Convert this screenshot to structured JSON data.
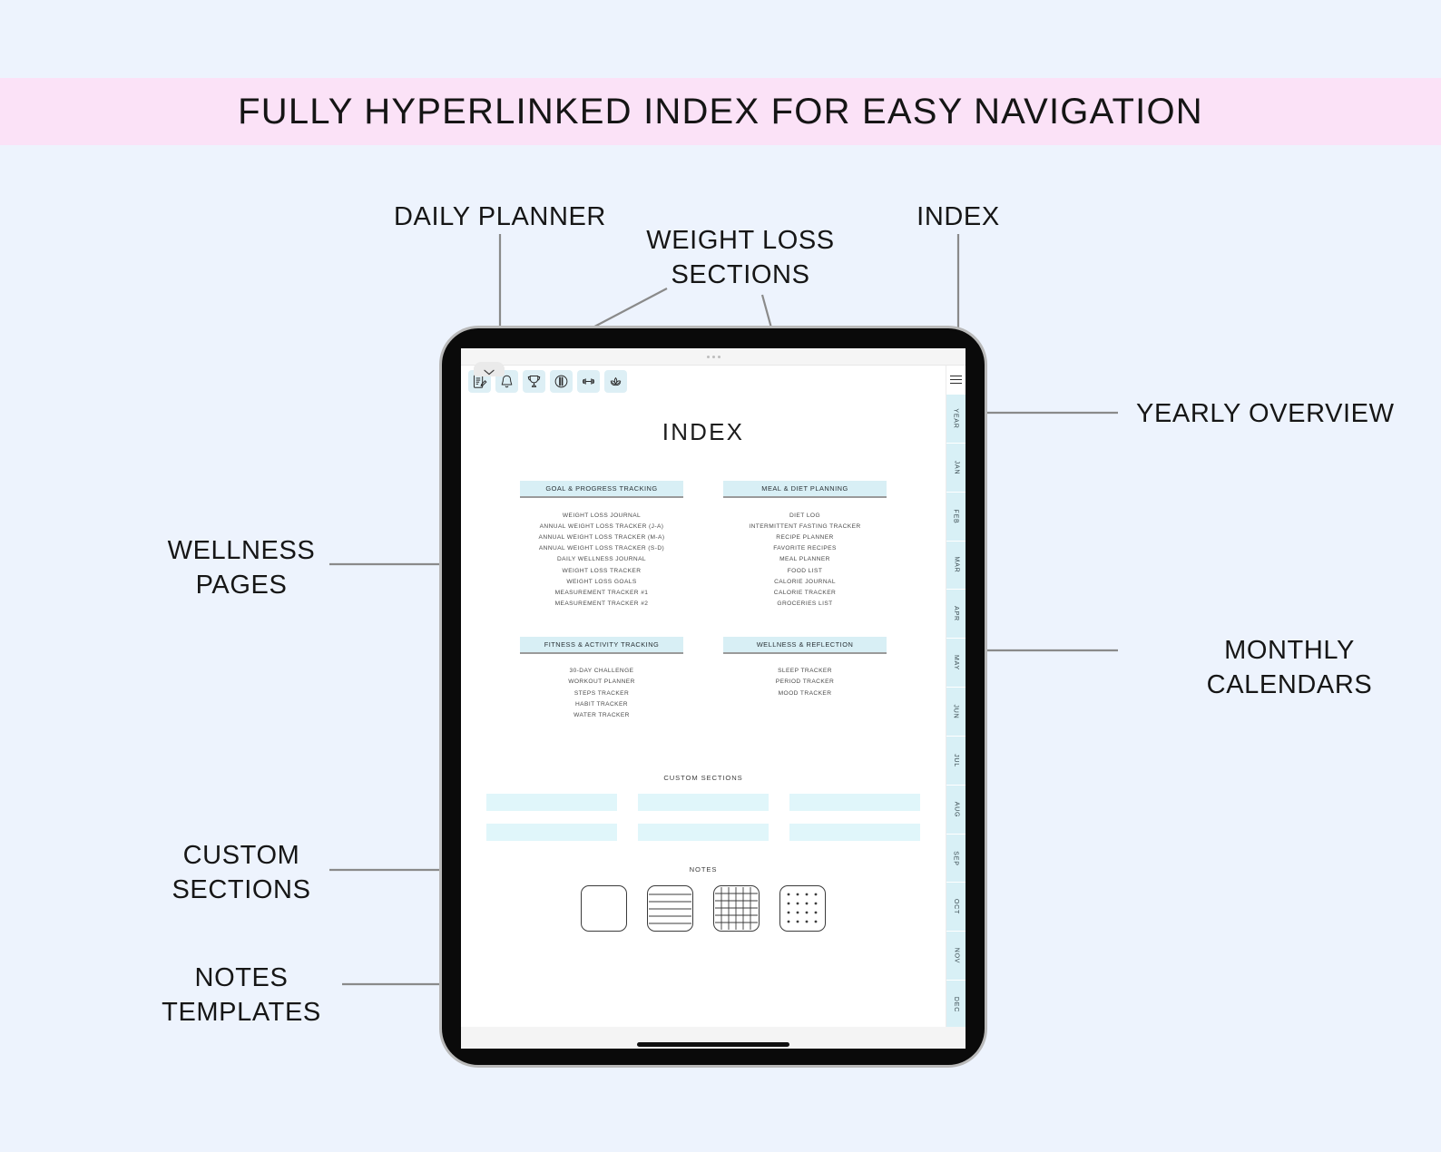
{
  "banner": {
    "title": "FULLY HYPERLINKED INDEX FOR EASY NAVIGATION",
    "bg": "#fbe2f7"
  },
  "page_bg": "#edf3fd",
  "accent": "#d8eff5",
  "annotations": [
    {
      "id": "daily-planner",
      "text": "DAILY PLANNER"
    },
    {
      "id": "weight-loss",
      "text": "WEIGHT LOSS\nSECTIONS"
    },
    {
      "id": "index",
      "text": "INDEX"
    },
    {
      "id": "yearly-overview",
      "text": "YEARLY OVERVIEW"
    },
    {
      "id": "monthly-calendars",
      "text": "MONTHLY\nCALENDARS"
    },
    {
      "id": "wellness-pages",
      "text": "WELLNESS\nPAGES"
    },
    {
      "id": "custom-sections",
      "text": "CUSTOM\nSECTIONS"
    },
    {
      "id": "notes-templates",
      "text": "NOTES\nTEMPLATES"
    }
  ],
  "tablet": {
    "toolbar": [
      {
        "name": "notepad-pencil-icon",
        "label": "Daily Planner"
      },
      {
        "name": "bell-icon",
        "label": "Reminders"
      },
      {
        "name": "trophy-icon",
        "label": "Goals"
      },
      {
        "name": "scale-icon",
        "label": "Weight"
      },
      {
        "name": "dumbbell-icon",
        "label": "Fitness"
      },
      {
        "name": "lotus-icon",
        "label": "Wellness"
      }
    ],
    "doc_title": "INDEX",
    "sections": [
      {
        "id": "goal-progress-tracking",
        "title": "GOAL & PROGRESS TRACKING",
        "items": [
          "WEIGHT LOSS JOURNAL",
          "ANNUAL WEIGHT LOSS TRACKER (J-A)",
          "ANNUAL WEIGHT LOSS TRACKER (M-A)",
          "ANNUAL WEIGHT LOSS TRACKER (S-D)",
          "DAILY WELLNESS JOURNAL",
          "WEIGHT LOSS TRACKER",
          "WEIGHT LOSS GOALS",
          "MEASUREMENT TRACKER #1",
          "MEASUREMENT TRACKER #2"
        ]
      },
      {
        "id": "meal-diet-planning",
        "title": "MEAL & DIET PLANNING",
        "items": [
          "DIET LOG",
          "INTERMITTENT FASTING TRACKER",
          "RECIPE PLANNER",
          "FAVORITE RECIPES",
          "MEAL PLANNER",
          "FOOD LIST",
          "CALORIE JOURNAL",
          "CALORIE TRACKER",
          "GROCERIES LIST"
        ]
      },
      {
        "id": "fitness-activity-tracking",
        "title": "FITNESS & ACTIVITY TRACKING",
        "items": [
          "30-DAY CHALLENGE",
          "WORKOUT PLANNER",
          "STEPS TRACKER",
          "HABIT TRACKER",
          "WATER TRACKER"
        ]
      },
      {
        "id": "wellness-reflection",
        "title": "WELLNESS & REFLECTION",
        "items": [
          "SLEEP TRACKER",
          "PERIOD TRACKER",
          "MOOD TRACKER"
        ]
      }
    ],
    "custom_sections_title": "CUSTOM SECTIONS",
    "custom_slots": [
      "",
      "",
      "",
      "",
      "",
      ""
    ],
    "notes_title": "NOTES",
    "note_templates": [
      {
        "name": "blank-note-icon",
        "label": "Blank"
      },
      {
        "name": "lined-note-icon",
        "label": "Lined"
      },
      {
        "name": "grid-note-icon",
        "label": "Grid"
      },
      {
        "name": "dotted-note-icon",
        "label": "Dotted"
      }
    ],
    "rail": {
      "menu_icon": "hamburger-menu-icon",
      "tabs": [
        "YEAR",
        "JAN",
        "FEB",
        "MAR",
        "APR",
        "MAY",
        "JUN",
        "JUL",
        "AUG",
        "SEP",
        "OCT",
        "NOV",
        "DEC"
      ]
    }
  }
}
